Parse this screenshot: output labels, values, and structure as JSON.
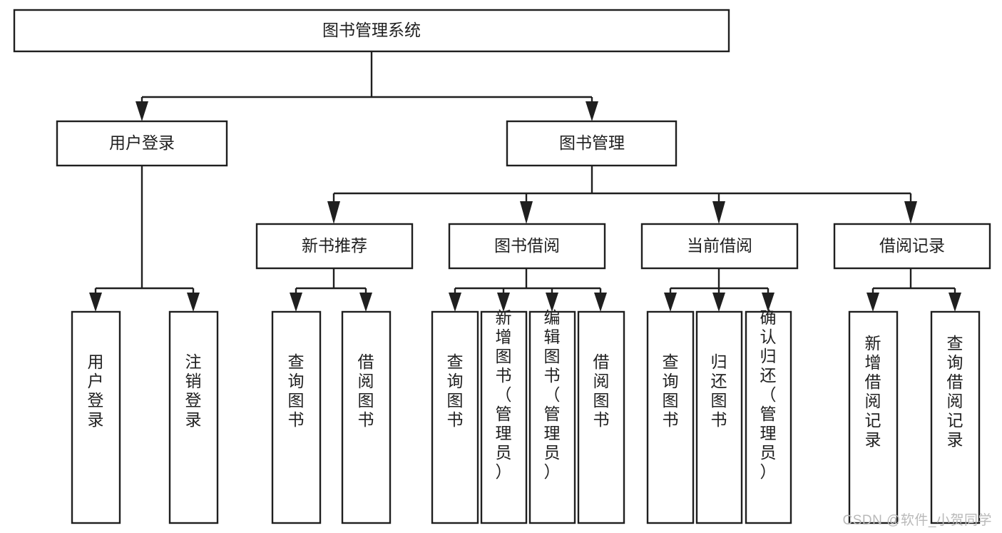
{
  "diagram": {
    "type": "tree-hierarchy",
    "title": "图书管理系统",
    "watermark": "CSDN @软件_小贺同学",
    "colors": {
      "box_fill": "#ffffff",
      "box_stroke": "#1f1f1f",
      "text": "#1f1f1f",
      "watermark": "#b9b9b9",
      "background": "#ffffff"
    },
    "levels": {
      "root": {
        "label": "图书管理系统",
        "orientation": "horizontal"
      },
      "level2": [
        {
          "label": "用户登录",
          "orientation": "horizontal"
        },
        {
          "label": "图书管理",
          "orientation": "horizontal"
        }
      ],
      "level3": [
        {
          "label": "新书推荐",
          "orientation": "horizontal"
        },
        {
          "label": "图书借阅",
          "orientation": "horizontal"
        },
        {
          "label": "当前借阅",
          "orientation": "horizontal"
        },
        {
          "label": "借阅记录",
          "orientation": "horizontal"
        }
      ],
      "leaves": {
        "user_login": [
          {
            "label": "用户登录",
            "orientation": "vertical"
          },
          {
            "label": "注销登录",
            "orientation": "vertical"
          }
        ],
        "new_book_recommend": [
          {
            "label": "查询图书",
            "orientation": "vertical"
          },
          {
            "label": "借阅图书",
            "orientation": "vertical"
          }
        ],
        "book_borrow": [
          {
            "label": "查询图书",
            "orientation": "vertical"
          },
          {
            "label": "新增图书（管理员）",
            "orientation": "vertical"
          },
          {
            "label": "编辑图书（管理员）",
            "orientation": "vertical"
          },
          {
            "label": "借阅图书",
            "orientation": "vertical"
          }
        ],
        "current_borrow": [
          {
            "label": "查询图书",
            "orientation": "vertical"
          },
          {
            "label": "归还图书",
            "orientation": "vertical"
          },
          {
            "label": "确认归还（管理员）",
            "orientation": "vertical"
          }
        ],
        "borrow_record": [
          {
            "label": "新增借阅记录",
            "orientation": "vertical"
          },
          {
            "label": "查询借阅记录",
            "orientation": "vertical"
          }
        ]
      }
    }
  }
}
